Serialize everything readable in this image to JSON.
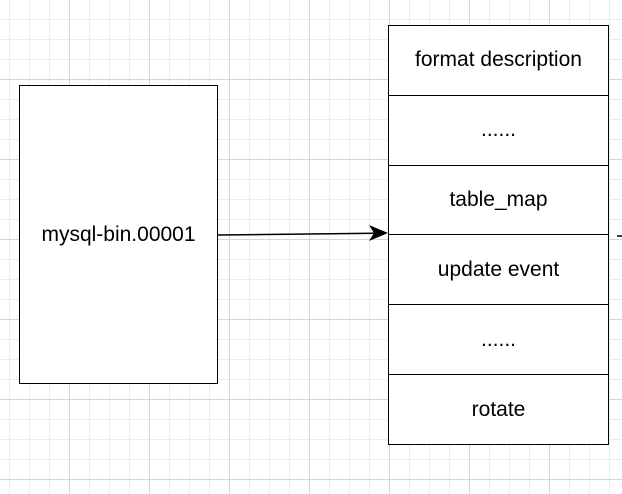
{
  "source": {
    "label": "mysql-bin.00001"
  },
  "events": [
    {
      "label": "format description"
    },
    {
      "label": "......"
    },
    {
      "label": "table_map"
    },
    {
      "label": "update event"
    },
    {
      "label": "......"
    },
    {
      "label": "rotate"
    }
  ],
  "colors": {
    "stroke": "#000000",
    "grid_major": "#d6d6d6",
    "grid_minor": "#ececec",
    "background": "#ffffff"
  }
}
